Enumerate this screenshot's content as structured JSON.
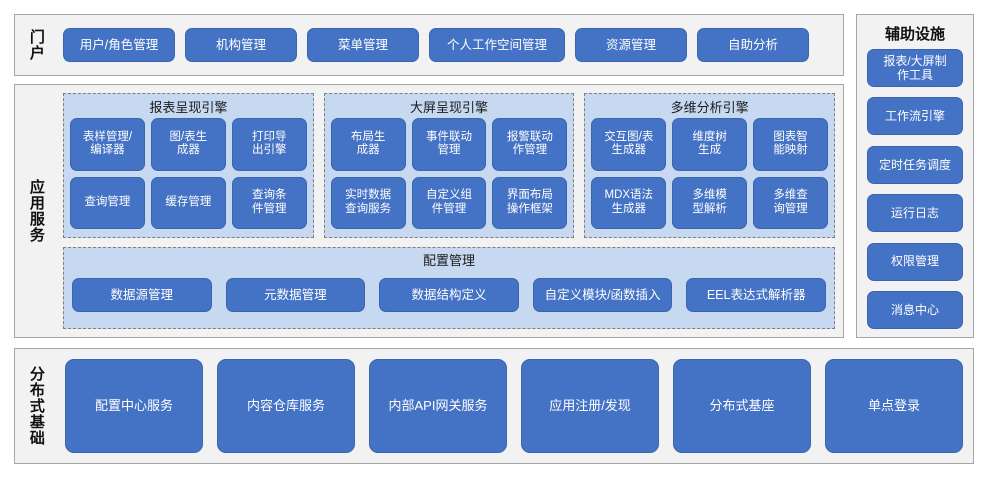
{
  "portal": {
    "label": "门户",
    "items": [
      {
        "name": "user-role-management",
        "label": "用户/角色管理",
        "width": 112
      },
      {
        "name": "organization-management",
        "label": "机构管理",
        "width": 112
      },
      {
        "name": "menu-management",
        "label": "菜单管理",
        "width": 112
      },
      {
        "name": "personal-workspace-management",
        "label": "个人工作空间管理",
        "width": 136
      },
      {
        "name": "resource-management",
        "label": "资源管理",
        "width": 112
      },
      {
        "name": "self-service-analysis",
        "label": "自助分析",
        "width": 112
      }
    ]
  },
  "aux": {
    "title": "辅助设施",
    "items": [
      {
        "name": "report-screen-authoring-tool",
        "label": "报表/大屏制\n作工具"
      },
      {
        "name": "workflow-engine",
        "label": "工作流引擎"
      },
      {
        "name": "scheduled-task-scheduler",
        "label": "定时任务调度"
      },
      {
        "name": "runtime-log",
        "label": "运行日志"
      },
      {
        "name": "permission-management",
        "label": "权限管理"
      },
      {
        "name": "message-center",
        "label": "消息中心"
      }
    ]
  },
  "appsvc": {
    "label": "应用服务",
    "engines": [
      {
        "name": "report-rendering-engine",
        "title": "报表呈现引擎",
        "items": [
          {
            "name": "form-template-management-compiler",
            "label": "表样管理/\n编译器"
          },
          {
            "name": "chart-table-generator",
            "label": "图/表生\n成器"
          },
          {
            "name": "print-export-engine",
            "label": "打印导\n出引擎"
          },
          {
            "name": "query-management",
            "label": "查询管理"
          },
          {
            "name": "cache-management",
            "label": "缓存管理"
          },
          {
            "name": "query-condition-management",
            "label": "查询条\n件管理"
          }
        ]
      },
      {
        "name": "large-screen-rendering-engine",
        "title": "大屏呈现引擎",
        "items": [
          {
            "name": "layout-generator",
            "label": "布局生\n成器"
          },
          {
            "name": "event-linkage-management",
            "label": "事件联动\n管理"
          },
          {
            "name": "alarm-linkage-action-management",
            "label": "报警联动\n作管理"
          },
          {
            "name": "realtime-data-query-service",
            "label": "实时数据\n查询服务"
          },
          {
            "name": "custom-component-management",
            "label": "自定义组\n件管理"
          },
          {
            "name": "ui-layout-operation-framework",
            "label": "界面布局\n操作框架"
          }
        ]
      },
      {
        "name": "multidimensional-analysis-engine",
        "title": "多维分析引擎",
        "items": [
          {
            "name": "interactive-chart-table-generator",
            "label": "交互图/表\n生成器"
          },
          {
            "name": "dimension-tree-generation",
            "label": "维度树\n生成"
          },
          {
            "name": "chart-intelligent-mapping",
            "label": "图表智\n能映射"
          },
          {
            "name": "mdx-syntax-generator",
            "label": "MDX语法\n生成器"
          },
          {
            "name": "multidimensional-model-parsing",
            "label": "多维模\n型解析"
          },
          {
            "name": "multidimensional-query-management",
            "label": "多维查\n询管理"
          }
        ]
      }
    ],
    "config": {
      "name": "configuration-management",
      "title": "配置管理",
      "items": [
        {
          "name": "datasource-management",
          "label": "数据源管理"
        },
        {
          "name": "metadata-management",
          "label": "元数据管理"
        },
        {
          "name": "data-structure-definition",
          "label": "数据结构定义"
        },
        {
          "name": "custom-module-function-insertion",
          "label": "自定义模块/函数插入"
        },
        {
          "name": "eel-expression-parser",
          "label": "EEL表达式解析器"
        }
      ]
    }
  },
  "distributed": {
    "label": "分布式基础",
    "items": [
      {
        "name": "config-center-service",
        "label": "配置中心服务"
      },
      {
        "name": "content-repository-service",
        "label": "内容仓库服务"
      },
      {
        "name": "internal-api-gateway-service",
        "label": "内部API网关服务"
      },
      {
        "name": "application-registration-discovery",
        "label": "应用注册/发现"
      },
      {
        "name": "distributed-foundation",
        "label": "分布式基座"
      },
      {
        "name": "single-sign-on",
        "label": "单点登录"
      }
    ]
  },
  "colors": {
    "box_blue": "#4472c4",
    "box_border": "#3a64b0",
    "group_light_blue": "#c6d9f1",
    "panel_bg": "#f2f2f2",
    "panel_border": "#a6a6a6",
    "text_dark": "#111111"
  }
}
